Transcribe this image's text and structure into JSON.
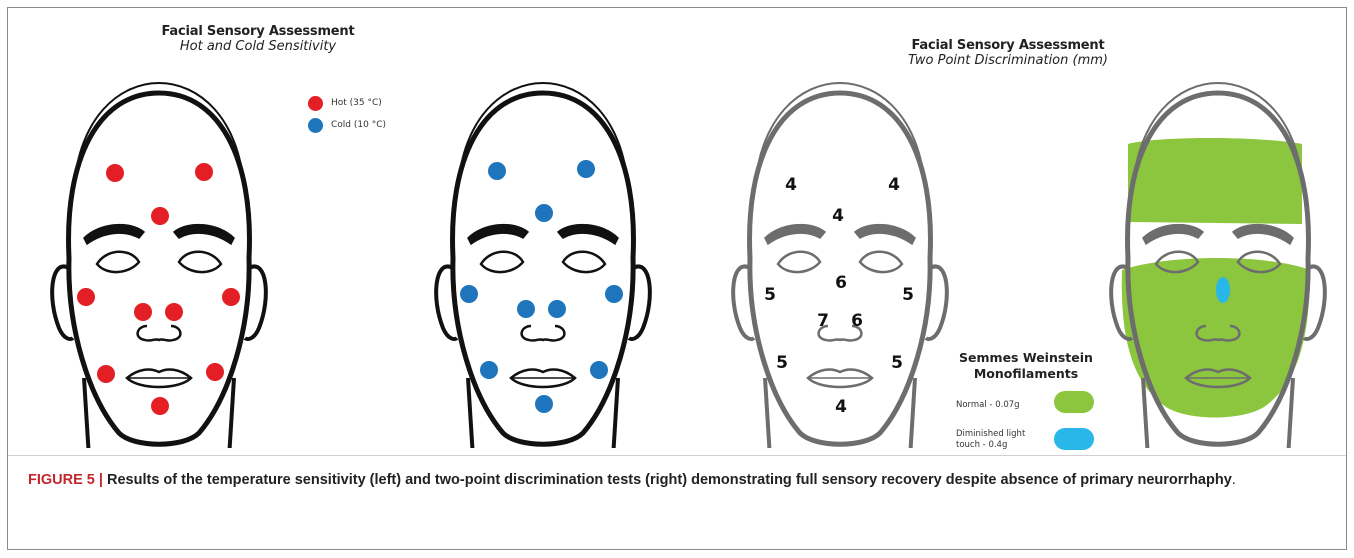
{
  "left_panel": {
    "title": "Facial Sensory Assessment",
    "subtitle": "Hot and Cold Sensitivity",
    "legend": [
      {
        "label": "Hot (35 °C)",
        "color": "#e31e24"
      },
      {
        "label": "Cold (10 °C)",
        "color": "#1f75bc"
      }
    ]
  },
  "right_panel": {
    "title": "Facial Sensory Assessment",
    "subtitle": "Two Point Discrimination (mm)",
    "values": {
      "forehead_left": "4",
      "forehead_right": "4",
      "forehead_center": "4",
      "nose_bridge": "6",
      "cheek_left": "5",
      "cheek_right": "5",
      "nostril_left": "7",
      "nostril_right": "6",
      "jaw_left": "5",
      "jaw_right": "5",
      "chin": "4"
    },
    "monofilament_legend": {
      "title_line1": "Semmes Weinstein",
      "title_line2": "Monofilaments",
      "items": [
        {
          "label": "Normal - 0.07g",
          "color": "#8cc63f"
        },
        {
          "label_line1": "Diminished light",
          "label_line2": "touch - 0.4g",
          "color": "#29b6e8"
        }
      ]
    }
  },
  "caption": {
    "figure_label": "FIGURE 5 | ",
    "text": "Results of the temperature sensitivity (left) and two-point discrimination tests (right) demonstrating full sensory recovery despite absence of primary neurorrhaphy",
    "end": "."
  }
}
